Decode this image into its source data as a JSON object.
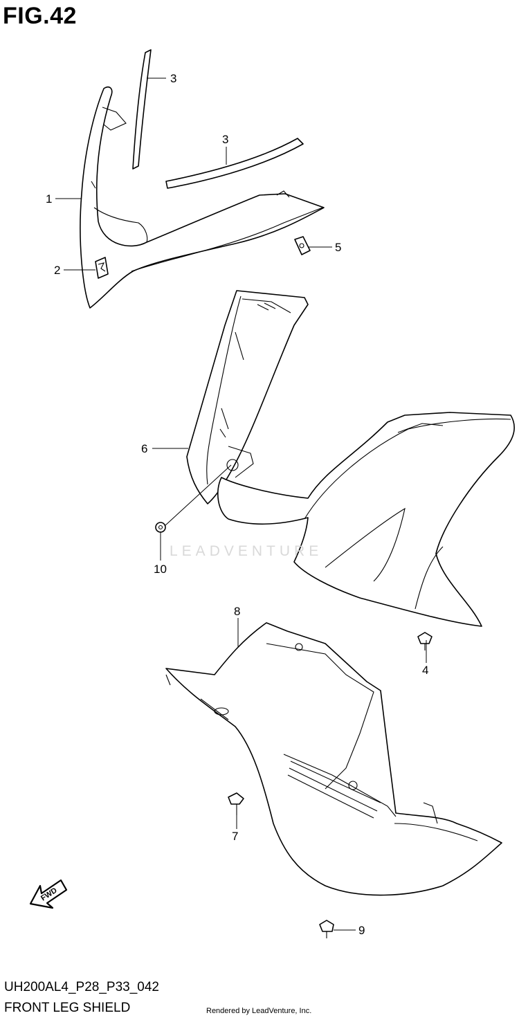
{
  "figure": {
    "title": "FIG.42",
    "diagram_code": "UH200AL4_P28_P33_042",
    "section_name": "FRONT LEG SHIELD",
    "render_credit": "Rendered by LeadVenture, Inc.",
    "watermark": "LEADVENTURE",
    "fwd_label": "FWD"
  },
  "callouts": [
    {
      "id": "1",
      "label": "1"
    },
    {
      "id": "2",
      "label": "2"
    },
    {
      "id": "3a",
      "label": "3"
    },
    {
      "id": "3b",
      "label": "3"
    },
    {
      "id": "4",
      "label": "4"
    },
    {
      "id": "5",
      "label": "5"
    },
    {
      "id": "6",
      "label": "6"
    },
    {
      "id": "7",
      "label": "7"
    },
    {
      "id": "8",
      "label": "8"
    },
    {
      "id": "9",
      "label": "9"
    },
    {
      "id": "10",
      "label": "10"
    }
  ]
}
